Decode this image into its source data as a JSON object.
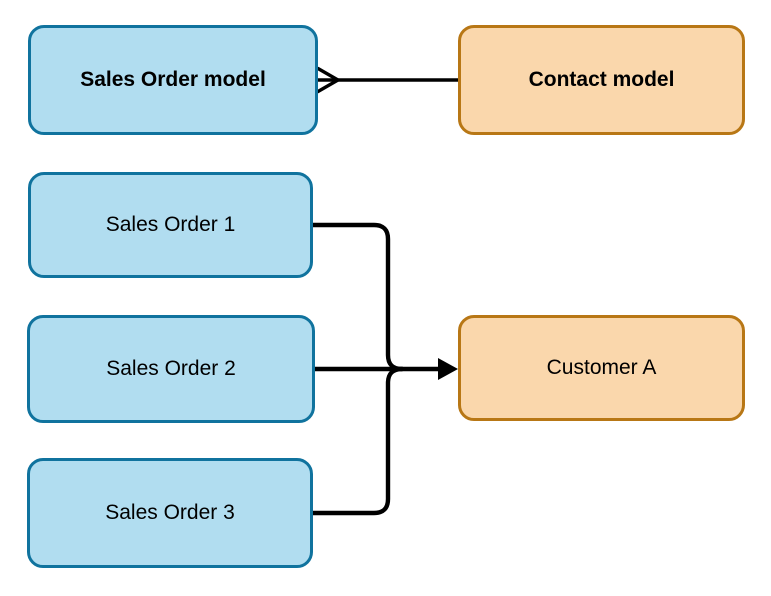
{
  "diagram": {
    "background": "#ffffff",
    "palette": {
      "blue_fill": "#B1DDF0",
      "blue_stroke": "#10739E",
      "orange_fill": "#FAD7AC",
      "orange_stroke": "#B87715",
      "connector_color": "#000000",
      "text_color": "#000000"
    },
    "nodes": [
      {
        "id": "sales-order-model",
        "label": "Sales Order model",
        "variant": "blue",
        "bold": true
      },
      {
        "id": "contact-model",
        "label": "Contact model",
        "variant": "orange",
        "bold": true
      },
      {
        "id": "sales-order-1",
        "label": "Sales Order 1",
        "variant": "blue",
        "bold": false
      },
      {
        "id": "sales-order-2",
        "label": "Sales Order 2",
        "variant": "blue",
        "bold": false
      },
      {
        "id": "sales-order-3",
        "label": "Sales Order 3",
        "variant": "blue",
        "bold": false
      },
      {
        "id": "customer-a",
        "label": "Customer A",
        "variant": "orange",
        "bold": false
      }
    ],
    "connectors": [
      {
        "from": "Sales Order model",
        "to": "Contact model",
        "shape": "straight-line",
        "source_marker": "crow-foot-many",
        "target_marker": "none"
      },
      {
        "from": "Sales Order 1",
        "to": "Customer A",
        "shape": "elbow-merging-down",
        "source_marker": "none",
        "target_marker": "arrow"
      },
      {
        "from": "Sales Order 2",
        "to": "Customer A",
        "shape": "straight-line",
        "source_marker": "none",
        "target_marker": "arrow"
      },
      {
        "from": "Sales Order 3",
        "to": "Customer A",
        "shape": "elbow-merging-up",
        "source_marker": "none",
        "target_marker": "arrow"
      }
    ]
  }
}
